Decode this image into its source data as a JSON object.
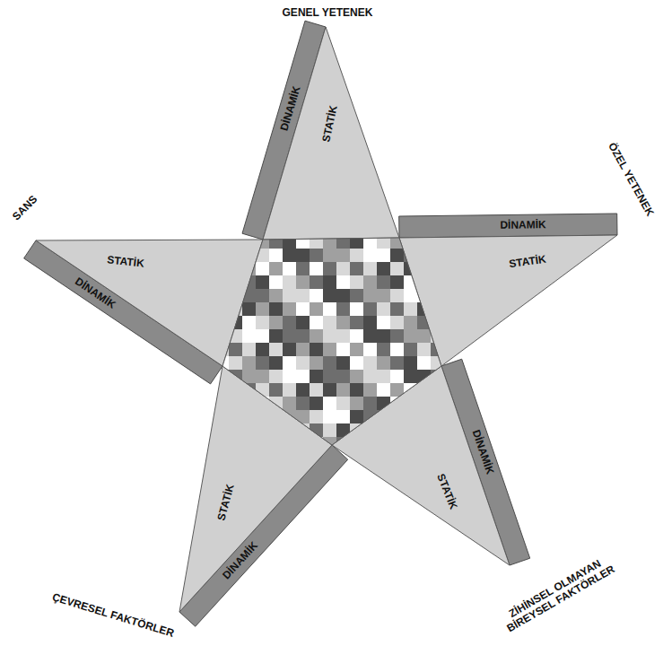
{
  "diagram": {
    "labels": [
      "GENEL YETENEK",
      "DİNAMİK",
      "STATİK",
      "ÖZEL YETENEK",
      "SANS",
      "DİNAMİK",
      "STATİK",
      "STATİK",
      "DİNAMİK",
      "STATİK",
      "STATİK",
      "DİNAMİK",
      "DİNAMİK",
      "ÇEVRESEL FAKTÖRLER",
      "ZİHİNSEL OLMAYAN BİREYSEL FAKTÖRLER"
    ]
  }
}
